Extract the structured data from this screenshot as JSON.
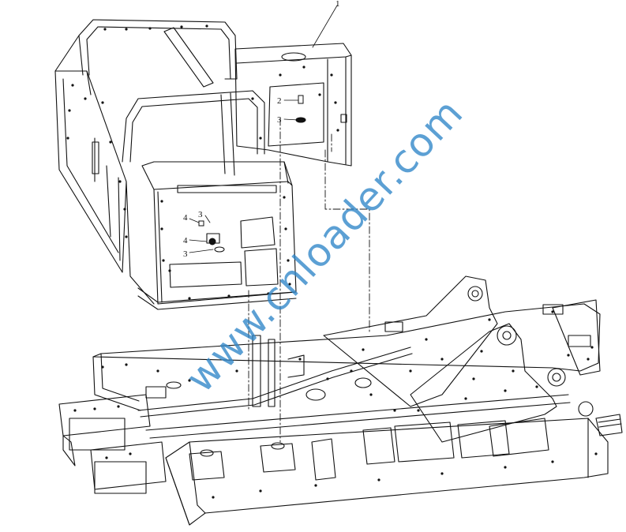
{
  "diagram": {
    "callouts": {
      "part_1": "1",
      "part_2": "2",
      "part_3a": "3",
      "part_4a": "4",
      "part_3b": "3",
      "part_4b": "4",
      "part_3c": "3"
    },
    "watermark": "www.cnloader.com"
  },
  "colors": {
    "line": "#111111",
    "watermark": "#2f86c8",
    "background": "#ffffff"
  }
}
